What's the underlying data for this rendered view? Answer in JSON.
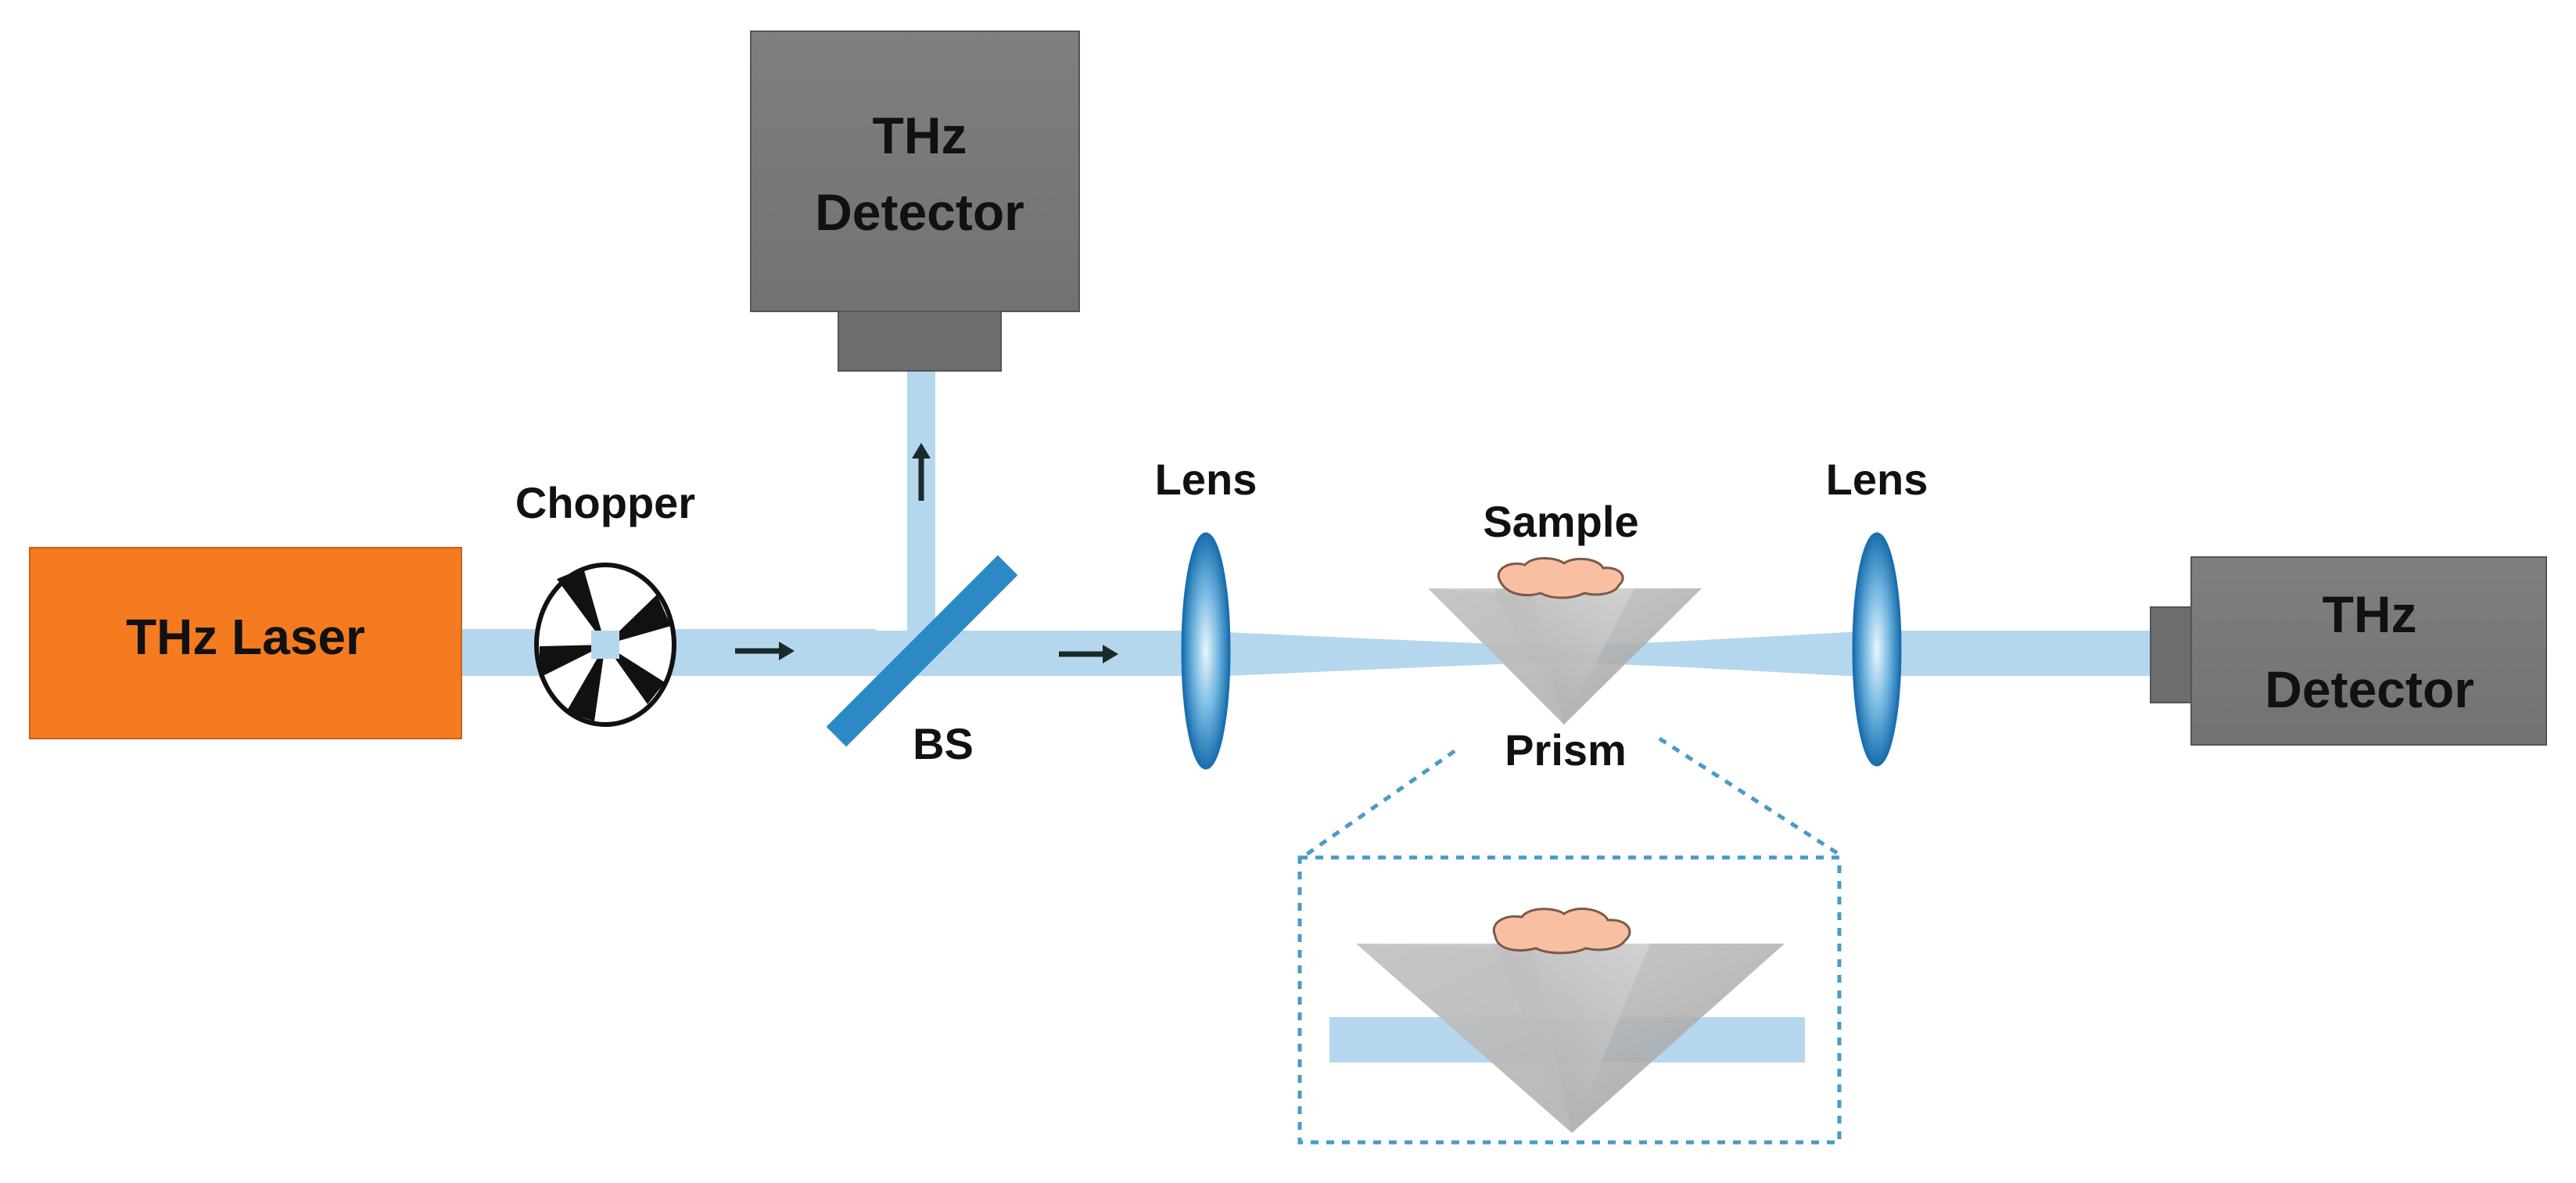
{
  "diagram": {
    "type": "optical-setup",
    "colors": {
      "laser": "#F47B20",
      "detector": "#7A7A7A",
      "detector_port": "#6D6D6D",
      "beam": "#B5D7EE",
      "beam_splitter": "#2B8AC6",
      "lens_dark": "#1A6FAE",
      "lens_light": "#D8EEFB",
      "prism": "#A9A9A9",
      "sample": "#F8BFA3",
      "inset_border": "#4A9AC8",
      "arrow": "#1A2A2A"
    },
    "components": {
      "laser": {
        "label": "THz Laser",
        "icon": "laser-source-box"
      },
      "chopper": {
        "label": "Chopper",
        "icon": "chopper-wheel-icon"
      },
      "beam_splitter": {
        "label": "BS",
        "icon": "beam-splitter-plate"
      },
      "lens_1": {
        "label": "Lens",
        "icon": "biconvex-lens-icon"
      },
      "sample": {
        "label": "Sample",
        "icon": "sample-blob"
      },
      "prism": {
        "label": "Prism",
        "icon": "prism-icon"
      },
      "lens_2": {
        "label": "Lens",
        "icon": "biconvex-lens-icon"
      },
      "detector_top": {
        "label_line1": "THz",
        "label_line2": "Detector",
        "icon": "detector-box"
      },
      "detector_right": {
        "label_line1": "THz",
        "label_line2": "Detector",
        "icon": "detector-box"
      }
    },
    "inset": {
      "content": "prism-detail-zoom",
      "style": "dotted-border"
    }
  }
}
